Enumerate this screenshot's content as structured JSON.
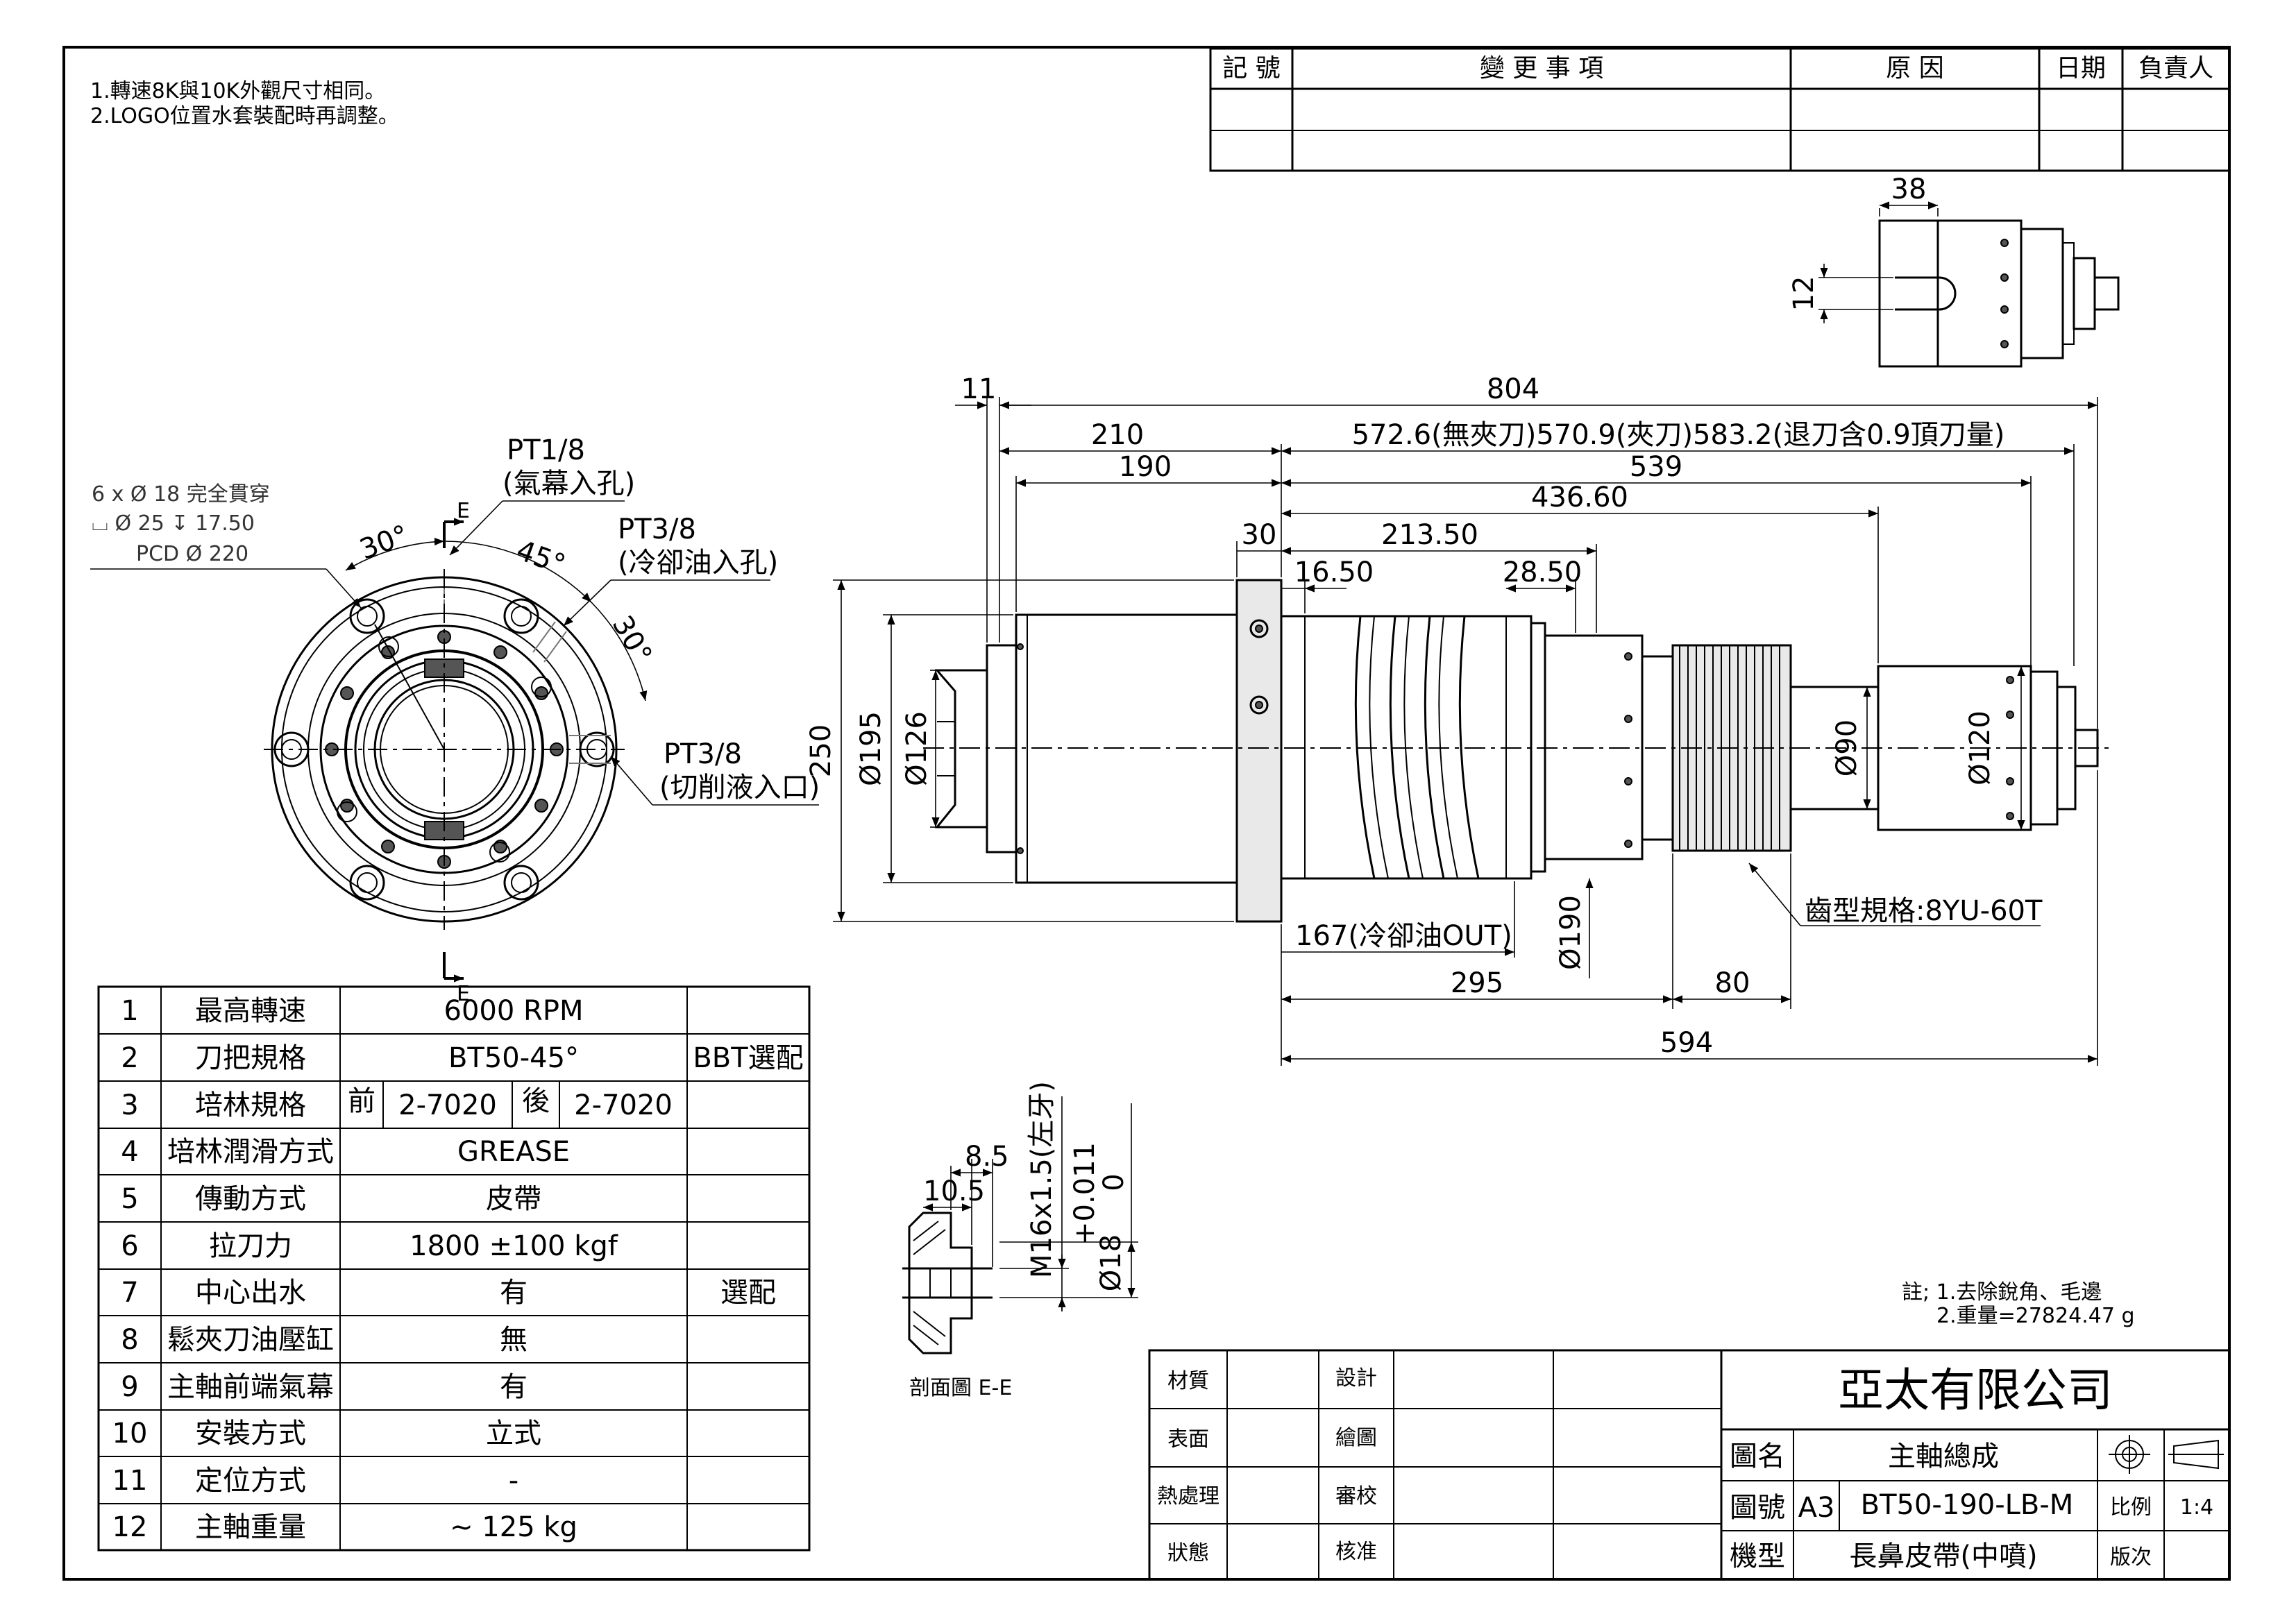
{
  "notes_top": [
    "1.轉速8K與10K外觀尺寸相同。",
    "2.LOGO位置水套裝配時再調整。"
  ],
  "revision_table": {
    "headers": [
      "記 號",
      "變 更 事 項",
      "原 因",
      "日期",
      "負責人"
    ]
  },
  "front_view": {
    "holes_line1": "6 x Ø 18 完全貫穿",
    "holes_line2": "⌴ Ø 25 ↧ 17.50",
    "pcd": "PCD Ø 220",
    "pt18_a": "PT1/8",
    "pt18_b": "(氣幕入孔)",
    "pt38_cool_a": "PT3/8",
    "pt38_cool_b": "(冷卻油入孔)",
    "pt38_cut_a": "PT3/8",
    "pt38_cut_b": "(切削液入口)",
    "angle_30a": "30°",
    "angle_45": "45°",
    "angle_30b": "30°",
    "sec_top": "E",
    "sec_bot": "E"
  },
  "side_view": {
    "d_11": "11",
    "d_804": "804",
    "d_210": "210",
    "d_190": "190",
    "d_572": "572.6(無夾刀)570.9(夾刀)583.2(退刀含0.9頂刀量)",
    "d_539": "539",
    "d_43660": "436.60",
    "d_30": "30",
    "d_21350": "213.50",
    "d_1650": "16.50",
    "d_2850": "28.50",
    "d_250": "250",
    "d_phi195": "Ø195",
    "d_phi126": "Ø126",
    "d_phi90": "Ø90",
    "d_phi120": "Ø120",
    "d_phi190": "Ø190",
    "d_167": "167(冷卻油OUT)",
    "d_295": "295",
    "d_80": "80",
    "d_594": "594",
    "gear_spec": "齒型規格:8YU-60T"
  },
  "top_view": {
    "d_38": "38",
    "d_12": "12"
  },
  "section_view": {
    "d_85": "8.5",
    "d_105": "10.5",
    "thread": "M16x1.5(左牙)",
    "tol_top": "+0.011",
    "tol_bot": "0",
    "phi18": "Ø18",
    "caption": "剖面圖 E-E"
  },
  "spec_table": [
    {
      "no": "1",
      "item": "最高轉速",
      "value": "6000   RPM",
      "note": ""
    },
    {
      "no": "2",
      "item": "刀把規格",
      "value": "BT50-45°",
      "note": "BBT選配"
    },
    {
      "no": "3",
      "item": "培林規格",
      "front_label": "前",
      "front_value": "2-7020",
      "rear_label": "後",
      "rear_value": "2-7020",
      "note": ""
    },
    {
      "no": "4",
      "item": "培林潤滑方式",
      "value": "GREASE",
      "note": ""
    },
    {
      "no": "5",
      "item": "傳動方式",
      "value": "皮帶",
      "note": ""
    },
    {
      "no": "6",
      "item": "拉刀力",
      "value": "1800 ±100 kgf",
      "note": ""
    },
    {
      "no": "7",
      "item": "中心出水",
      "value": "有",
      "note": "選配"
    },
    {
      "no": "8",
      "item": "鬆夾刀油壓缸",
      "value": "無",
      "note": ""
    },
    {
      "no": "9",
      "item": "主軸前端氣幕",
      "value": "有",
      "note": ""
    },
    {
      "no": "10",
      "item": "安裝方式",
      "value": "立式",
      "note": ""
    },
    {
      "no": "11",
      "item": "定位方式",
      "value": "-",
      "note": ""
    },
    {
      "no": "12",
      "item": "主軸重量",
      "value": "~ 125 kg",
      "note": ""
    }
  ],
  "notes_bottom": [
    "註; 1.去除銳角、毛邊",
    "2.重量=27824.47 g"
  ],
  "title_block": {
    "material": "材質",
    "surface": "表面",
    "heat": "熱處理",
    "state": "狀態",
    "design": "設計",
    "drawn": "繪圖",
    "check": "審校",
    "approve": "核准",
    "company": "亞太有限公司",
    "name_label": "圖名",
    "name_value": "主軸總成",
    "no_label": "圖號",
    "size": "A3",
    "no_value": "BT50-190-LB-M",
    "scale_label": "比例",
    "scale_value": "1:4",
    "model_label": "機型",
    "model_value": "長鼻皮帶(中噴)",
    "version_label": "版次"
  }
}
